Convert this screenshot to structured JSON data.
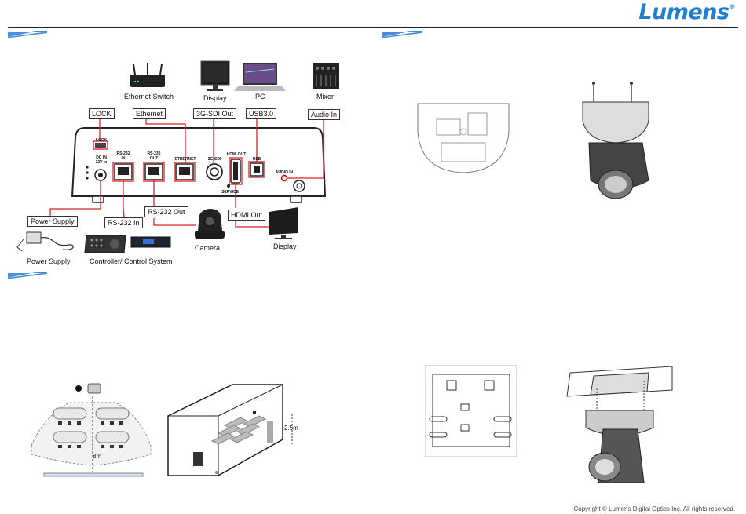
{
  "brand": {
    "logo_text": "Lumens",
    "registered": "®",
    "logo_color": "#1f7fd0",
    "accent_color": "#4a8fd6"
  },
  "connection_diagram": {
    "top_devices": {
      "ethernet_switch": "Ethernet Switch",
      "display": "Display",
      "pc": "PC",
      "mixer": "Mixer"
    },
    "callouts": {
      "lock": "LOCK",
      "ethernet": "Ethernet",
      "sdi": "3G-SDI Out",
      "usb": "USB3.0",
      "audio": "Audio In",
      "power": "Power Supply",
      "rs232_in": "RS-232 In",
      "rs232_out": "RS-232 Out",
      "hdmi": "HDMI Out"
    },
    "panel_ports": {
      "lock": "LOCK",
      "dc_in": "DC IN\n12V in",
      "rs232_in": "RS-232\nIN",
      "rs232_out": "RS-232\nOUT",
      "ethernet": "ETHERNET",
      "sdi": "3G-SDI",
      "hdmi": "HDMI OUT",
      "usb": "USB",
      "audio": "AUDIO IN",
      "service": "SERVICE"
    },
    "bottom_devices": {
      "power_supply": "Power Supply",
      "controller": "Controller/ Control System",
      "camera": "Camera",
      "display": "Display"
    }
  },
  "room_diagram": {
    "distance": "8m",
    "height": "2.5m"
  },
  "footer": {
    "copyright": "Copyright © Lumens Digital Optics Inc. All rights reserved."
  }
}
